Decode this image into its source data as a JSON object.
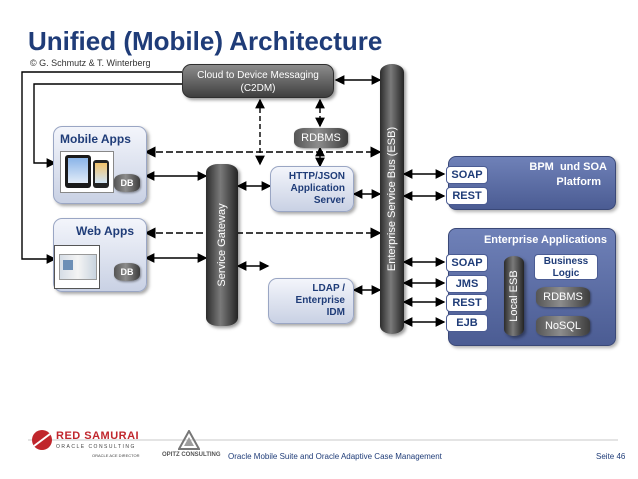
{
  "title": "Unified (Mobile) Architecture",
  "credit": "© G. Schmutz & T. Winterberg",
  "c2dm": {
    "line1": "Cloud to Device Messaging",
    "line2": "(C2DM)"
  },
  "rdbms_top": "RDBMS",
  "mobile_apps": {
    "label": "Mobile Apps",
    "db": "DB"
  },
  "web_apps": {
    "label": "Web Apps",
    "db": "DB"
  },
  "service_gateway": "Service Gateway",
  "http_server": {
    "line1": "HTTP/JSON",
    "line2": "Application",
    "line3": "Server"
  },
  "ldap": {
    "line1": "LDAP /",
    "line2": "Enterprise",
    "line3": "IDM"
  },
  "esb": "Enterprise Service Bus (ESB)",
  "bpm": {
    "soap": "SOAP",
    "rest": "REST",
    "title_line1": "BPM  und SOA",
    "title_line2": "Platform"
  },
  "enterprise_apps": {
    "title": "Enterprise Applications",
    "soap": "SOAP",
    "jms": "JMS",
    "rest": "REST",
    "ejb": "EJB",
    "local_esb": "Local ESB",
    "business_logic_line1": "Business",
    "business_logic_line2": "Logic",
    "rdbms": "RDBMS",
    "nosql": "NoSQL"
  },
  "footer": {
    "red_samurai": "RED SAMURAI",
    "red_samurai_sub": "ORACLE CONSULTING",
    "red_samurai_tag": "ORACLE ACE DIRECTOR",
    "opitz": "OPITZ CONSULTING",
    "text": "Oracle Mobile Suite and Oracle Adaptive Case Management",
    "page": "Seite 46"
  },
  "colors": {
    "title": "#1f3c78",
    "box_border": "#9aa6c4",
    "dark": "#3f3f3f",
    "accent_red": "#c0262c"
  },
  "icons": [
    "mobile-devices-icon",
    "browser-screenshot-icon",
    "samurai-logo-icon",
    "opitz-logo-icon"
  ]
}
